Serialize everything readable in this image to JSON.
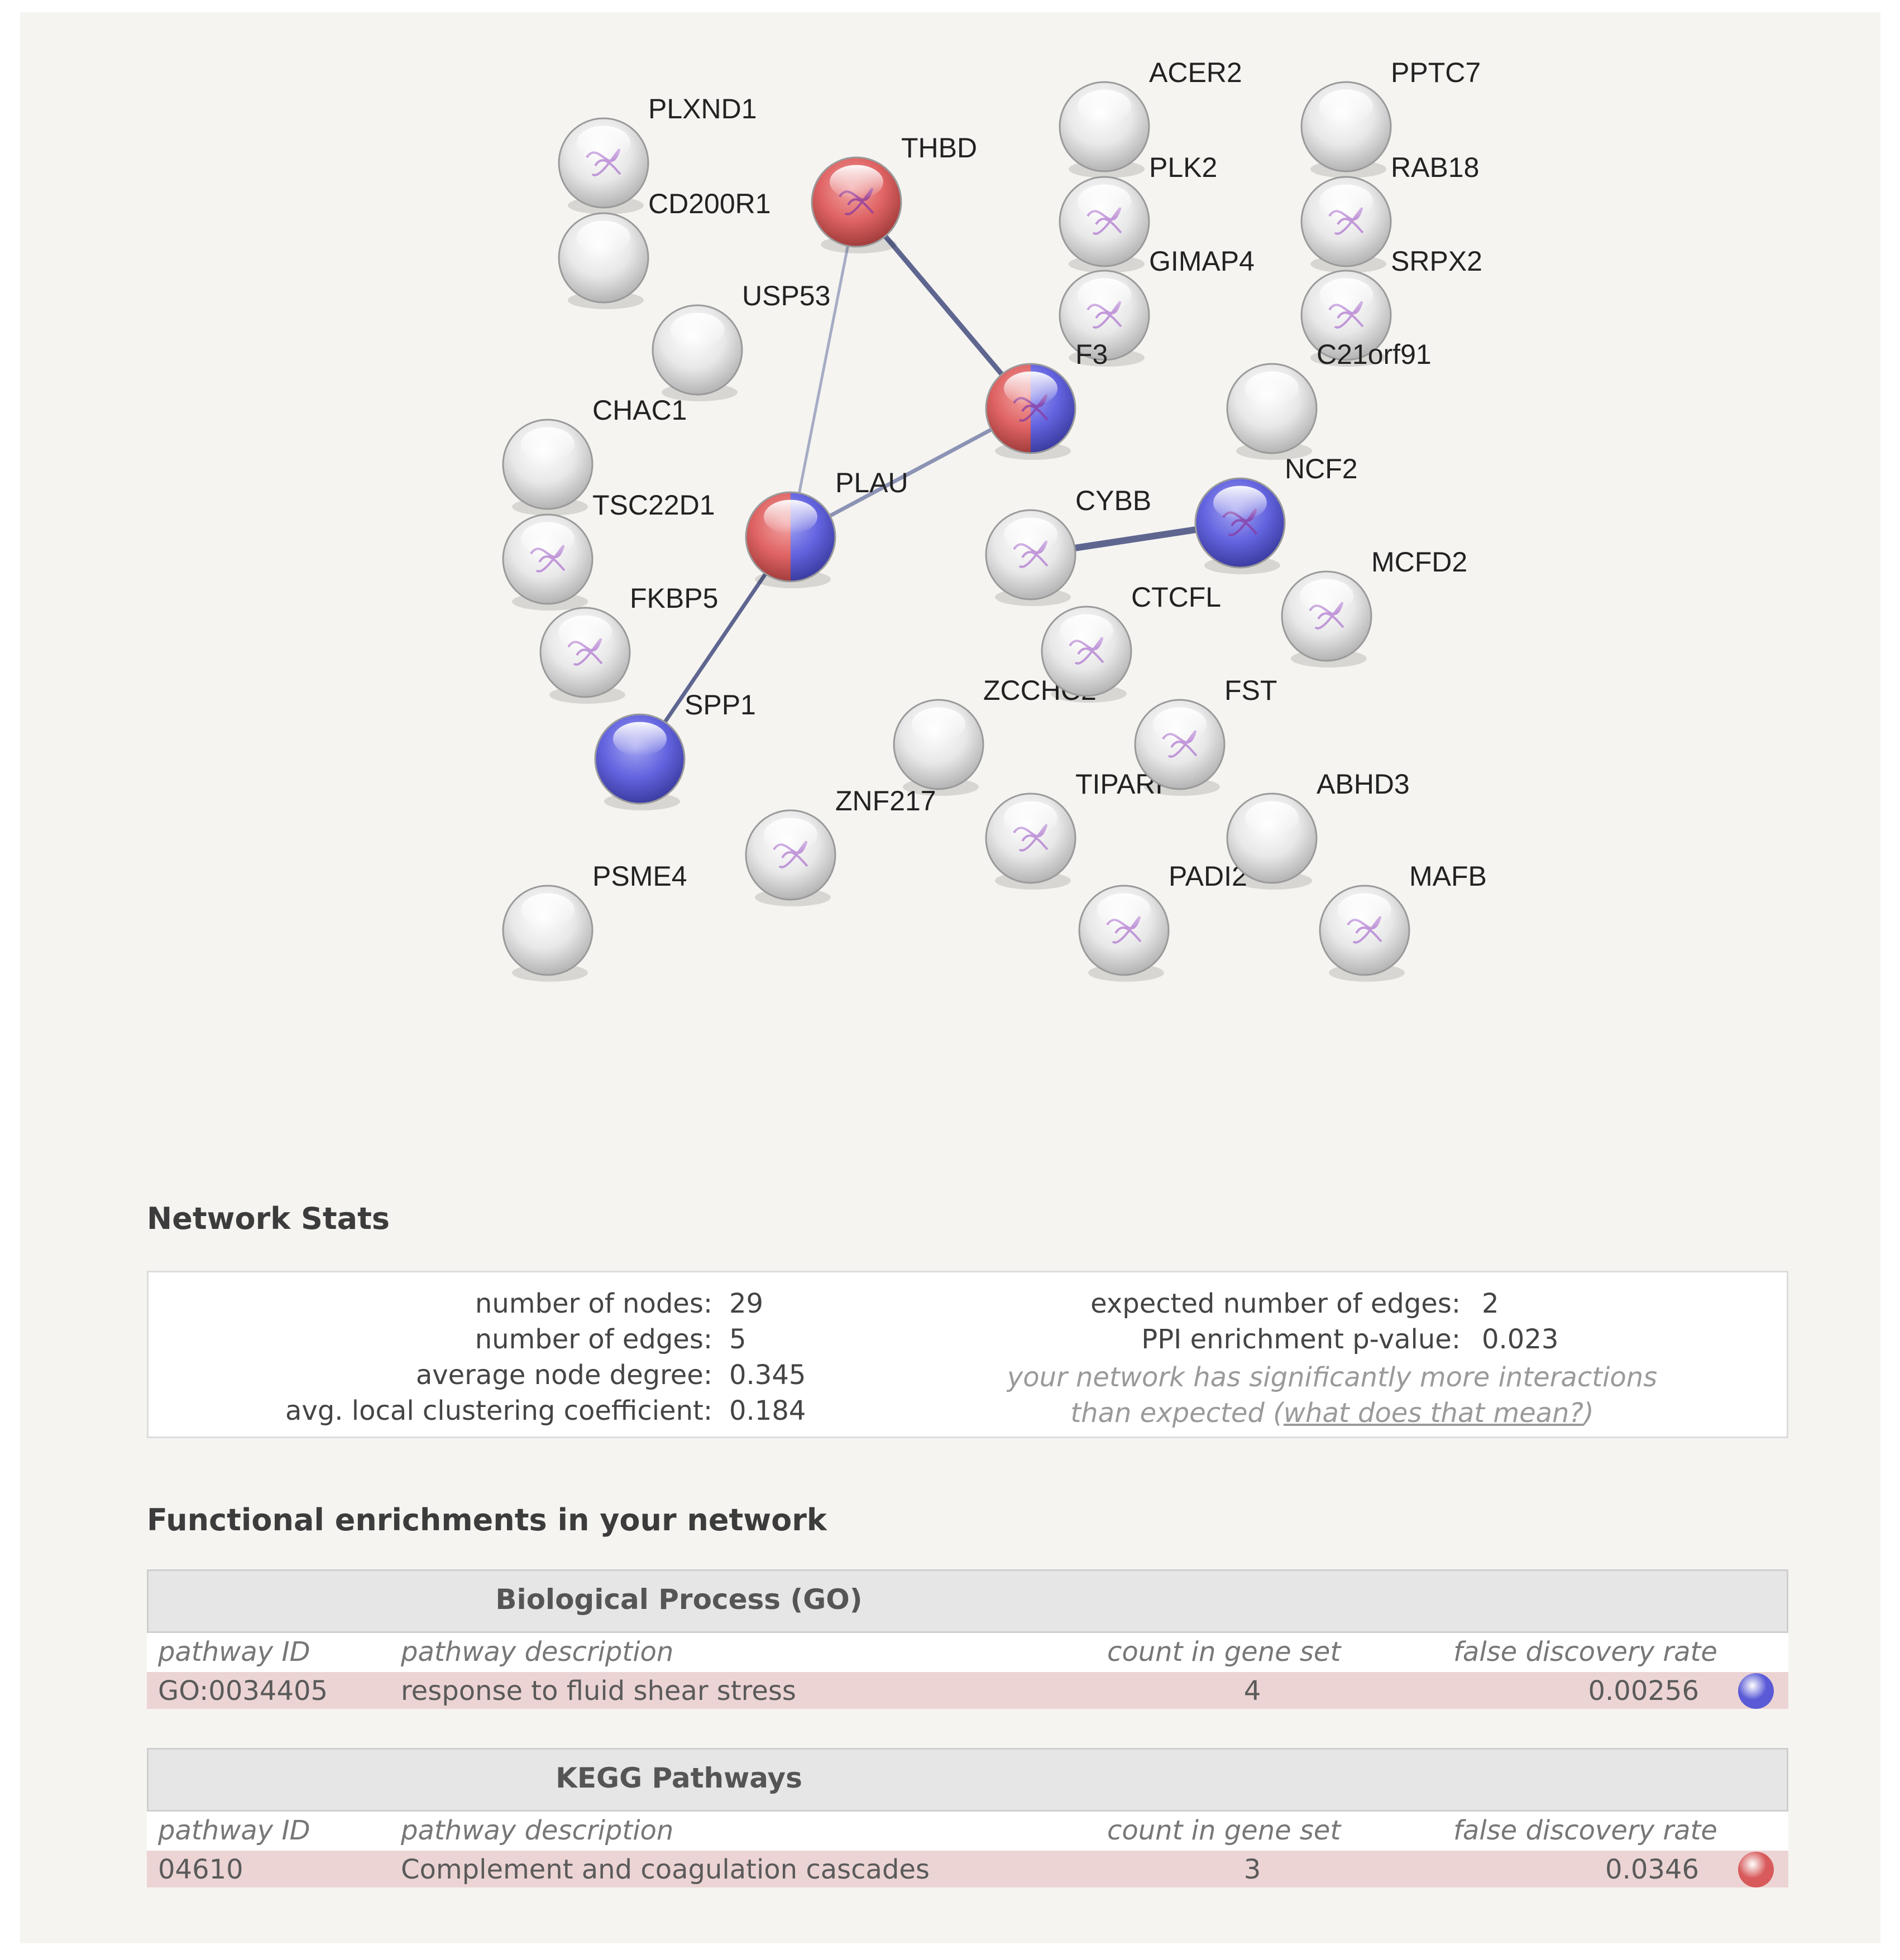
{
  "network": {
    "nodes": [
      {
        "id": "PLXND1",
        "label": "PLXND1",
        "fill": "white",
        "structure": true
      },
      {
        "id": "CD200R1",
        "label": "CD200R1",
        "fill": "white",
        "structure": false
      },
      {
        "id": "THBD",
        "label": "THBD",
        "fill": "red",
        "structure": true
      },
      {
        "id": "USP53",
        "label": "USP53",
        "fill": "white",
        "structure": false
      },
      {
        "id": "CHAC1",
        "label": "CHAC1",
        "fill": "white",
        "structure": false
      },
      {
        "id": "TSC22D1",
        "label": "TSC22D1",
        "fill": "white",
        "structure": true
      },
      {
        "id": "FKBP5",
        "label": "FKBP5",
        "fill": "white",
        "structure": true
      },
      {
        "id": "PLAU",
        "label": "PLAU",
        "fill": "red-blue",
        "structure": false
      },
      {
        "id": "SPP1",
        "label": "SPP1",
        "fill": "blue",
        "structure": false
      },
      {
        "id": "PSME4",
        "label": "PSME4",
        "fill": "white",
        "structure": false
      },
      {
        "id": "ZNF217",
        "label": "ZNF217",
        "fill": "white",
        "structure": true
      },
      {
        "id": "ZCCHC2",
        "label": "ZCCHC2",
        "fill": "white",
        "structure": false
      },
      {
        "id": "ACER2",
        "label": "ACER2",
        "fill": "white",
        "structure": false
      },
      {
        "id": "PLK2",
        "label": "PLK2",
        "fill": "white",
        "structure": true
      },
      {
        "id": "GIMAP4",
        "label": "GIMAP4",
        "fill": "white",
        "structure": true
      },
      {
        "id": "F3",
        "label": "F3",
        "fill": "red-blue",
        "structure": true
      },
      {
        "id": "CYBB",
        "label": "CYBB",
        "fill": "white",
        "structure": true
      },
      {
        "id": "CTCFL",
        "label": "CTCFL",
        "fill": "white",
        "structure": true
      },
      {
        "id": "TIPARP",
        "label": "TIPARP",
        "fill": "white",
        "structure": true
      },
      {
        "id": "FST",
        "label": "FST",
        "fill": "white",
        "structure": true
      },
      {
        "id": "PADI2",
        "label": "PADI2",
        "fill": "white",
        "structure": true
      },
      {
        "id": "PPTC7",
        "label": "PPTC7",
        "fill": "white",
        "structure": false
      },
      {
        "id": "RAB18",
        "label": "RAB18",
        "fill": "white",
        "structure": true
      },
      {
        "id": "SRPX2",
        "label": "SRPX2",
        "fill": "white",
        "structure": true
      },
      {
        "id": "C21orf91",
        "label": "C21orf91",
        "fill": "white",
        "structure": false
      },
      {
        "id": "NCF2",
        "label": "NCF2",
        "fill": "blue",
        "structure": true
      },
      {
        "id": "MCFD2",
        "label": "MCFD2",
        "fill": "white",
        "structure": true
      },
      {
        "id": "ABHD3",
        "label": "ABHD3",
        "fill": "white",
        "structure": false
      },
      {
        "id": "MAFB",
        "label": "MAFB",
        "fill": "white",
        "structure": true
      }
    ],
    "edges": [
      {
        "from": "THBD",
        "to": "F3"
      },
      {
        "from": "THBD",
        "to": "PLAU"
      },
      {
        "from": "PLAU",
        "to": "F3"
      },
      {
        "from": "PLAU",
        "to": "SPP1"
      },
      {
        "from": "CYBB",
        "to": "NCF2"
      }
    ],
    "colors": {
      "red": "#e06464",
      "blue": "#6464e0",
      "white": "#e4e4e4",
      "edge": "#5e6690"
    }
  },
  "network_stats": {
    "heading": "Network Stats",
    "left": [
      {
        "label": "number of nodes:",
        "value": "29"
      },
      {
        "label": "number of edges:",
        "value": "5"
      },
      {
        "label": "average node degree:",
        "value": "0.345"
      },
      {
        "label": "avg. local clustering coefficient:",
        "value": "0.184"
      }
    ],
    "right": [
      {
        "label": "expected number of edges:",
        "value": "2"
      },
      {
        "label": "PPI enrichment p-value:",
        "value": "0.023"
      }
    ],
    "note_line1": "your network has significantly more interactions",
    "note_line2_prefix": "than expected (",
    "note_link": "what does that mean?",
    "note_line2_suffix": ")"
  },
  "enrichments": {
    "heading": "Functional enrichments in your network",
    "columns": {
      "id": "pathway ID",
      "desc": "pathway description",
      "count": "count in gene set",
      "fdr": "false discovery rate"
    },
    "sections": [
      {
        "title": "Biological Process (GO)",
        "row": {
          "id": "GO:0034405",
          "desc": "response to fluid shear stress",
          "count": "4",
          "fdr": "0.00256",
          "color": "#5a5ad6"
        }
      },
      {
        "title": "KEGG Pathways",
        "row": {
          "id": "04610",
          "desc": "Complement and coagulation cascades",
          "count": "3",
          "fdr": "0.0346",
          "color": "#d85a5a"
        }
      }
    ]
  }
}
